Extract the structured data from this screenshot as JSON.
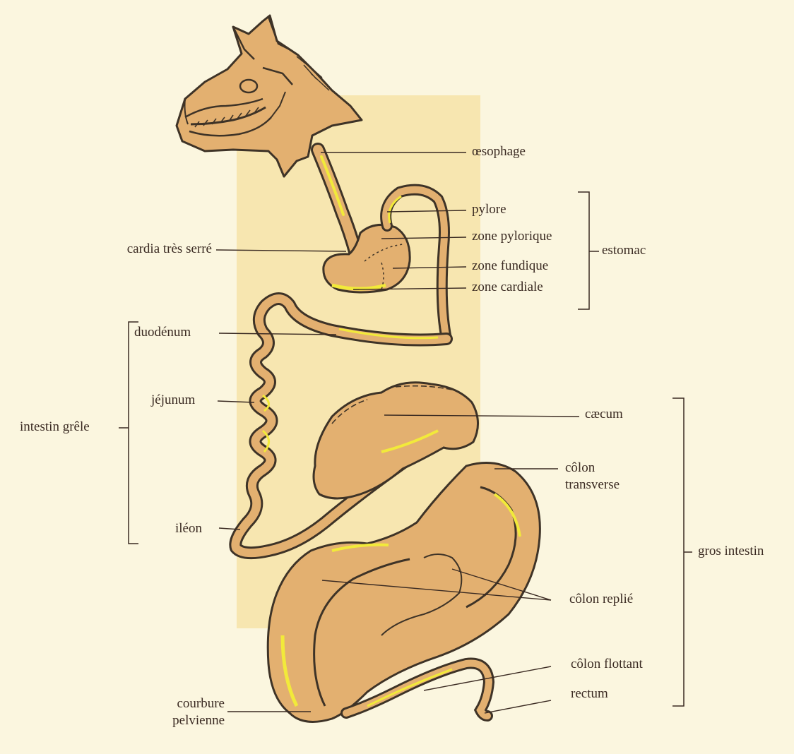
{
  "colors": {
    "background": "#fbf6df",
    "panel": "#f7e6b0",
    "organ_fill": "#e3b070",
    "organ_highlight": "#f2ea3a",
    "outline": "#3e3327",
    "leader": "#3a2a22"
  },
  "labels": {
    "oesophage": "œsophage",
    "pylore": "pylore",
    "zone_pylorique": "zone pylorique",
    "zone_fundique": "zone fundique",
    "zone_cardiale": "zone cardiale",
    "cardia": "cardia très serré",
    "estomac": "estomac",
    "duodenum": "duodénum",
    "jejunum": "jéjunum",
    "intestin_grele": "intestin grêle",
    "ileon": "iléon",
    "caecum": "cæcum",
    "colon_transverse_1": "côlon",
    "colon_transverse_2": "transverse",
    "gros_intestin": "gros intestin",
    "colon_replie": "côlon replié",
    "colon_flottant": "côlon flottant",
    "rectum": "rectum",
    "courbure_1": "courbure",
    "courbure_2": "pelvienne"
  }
}
